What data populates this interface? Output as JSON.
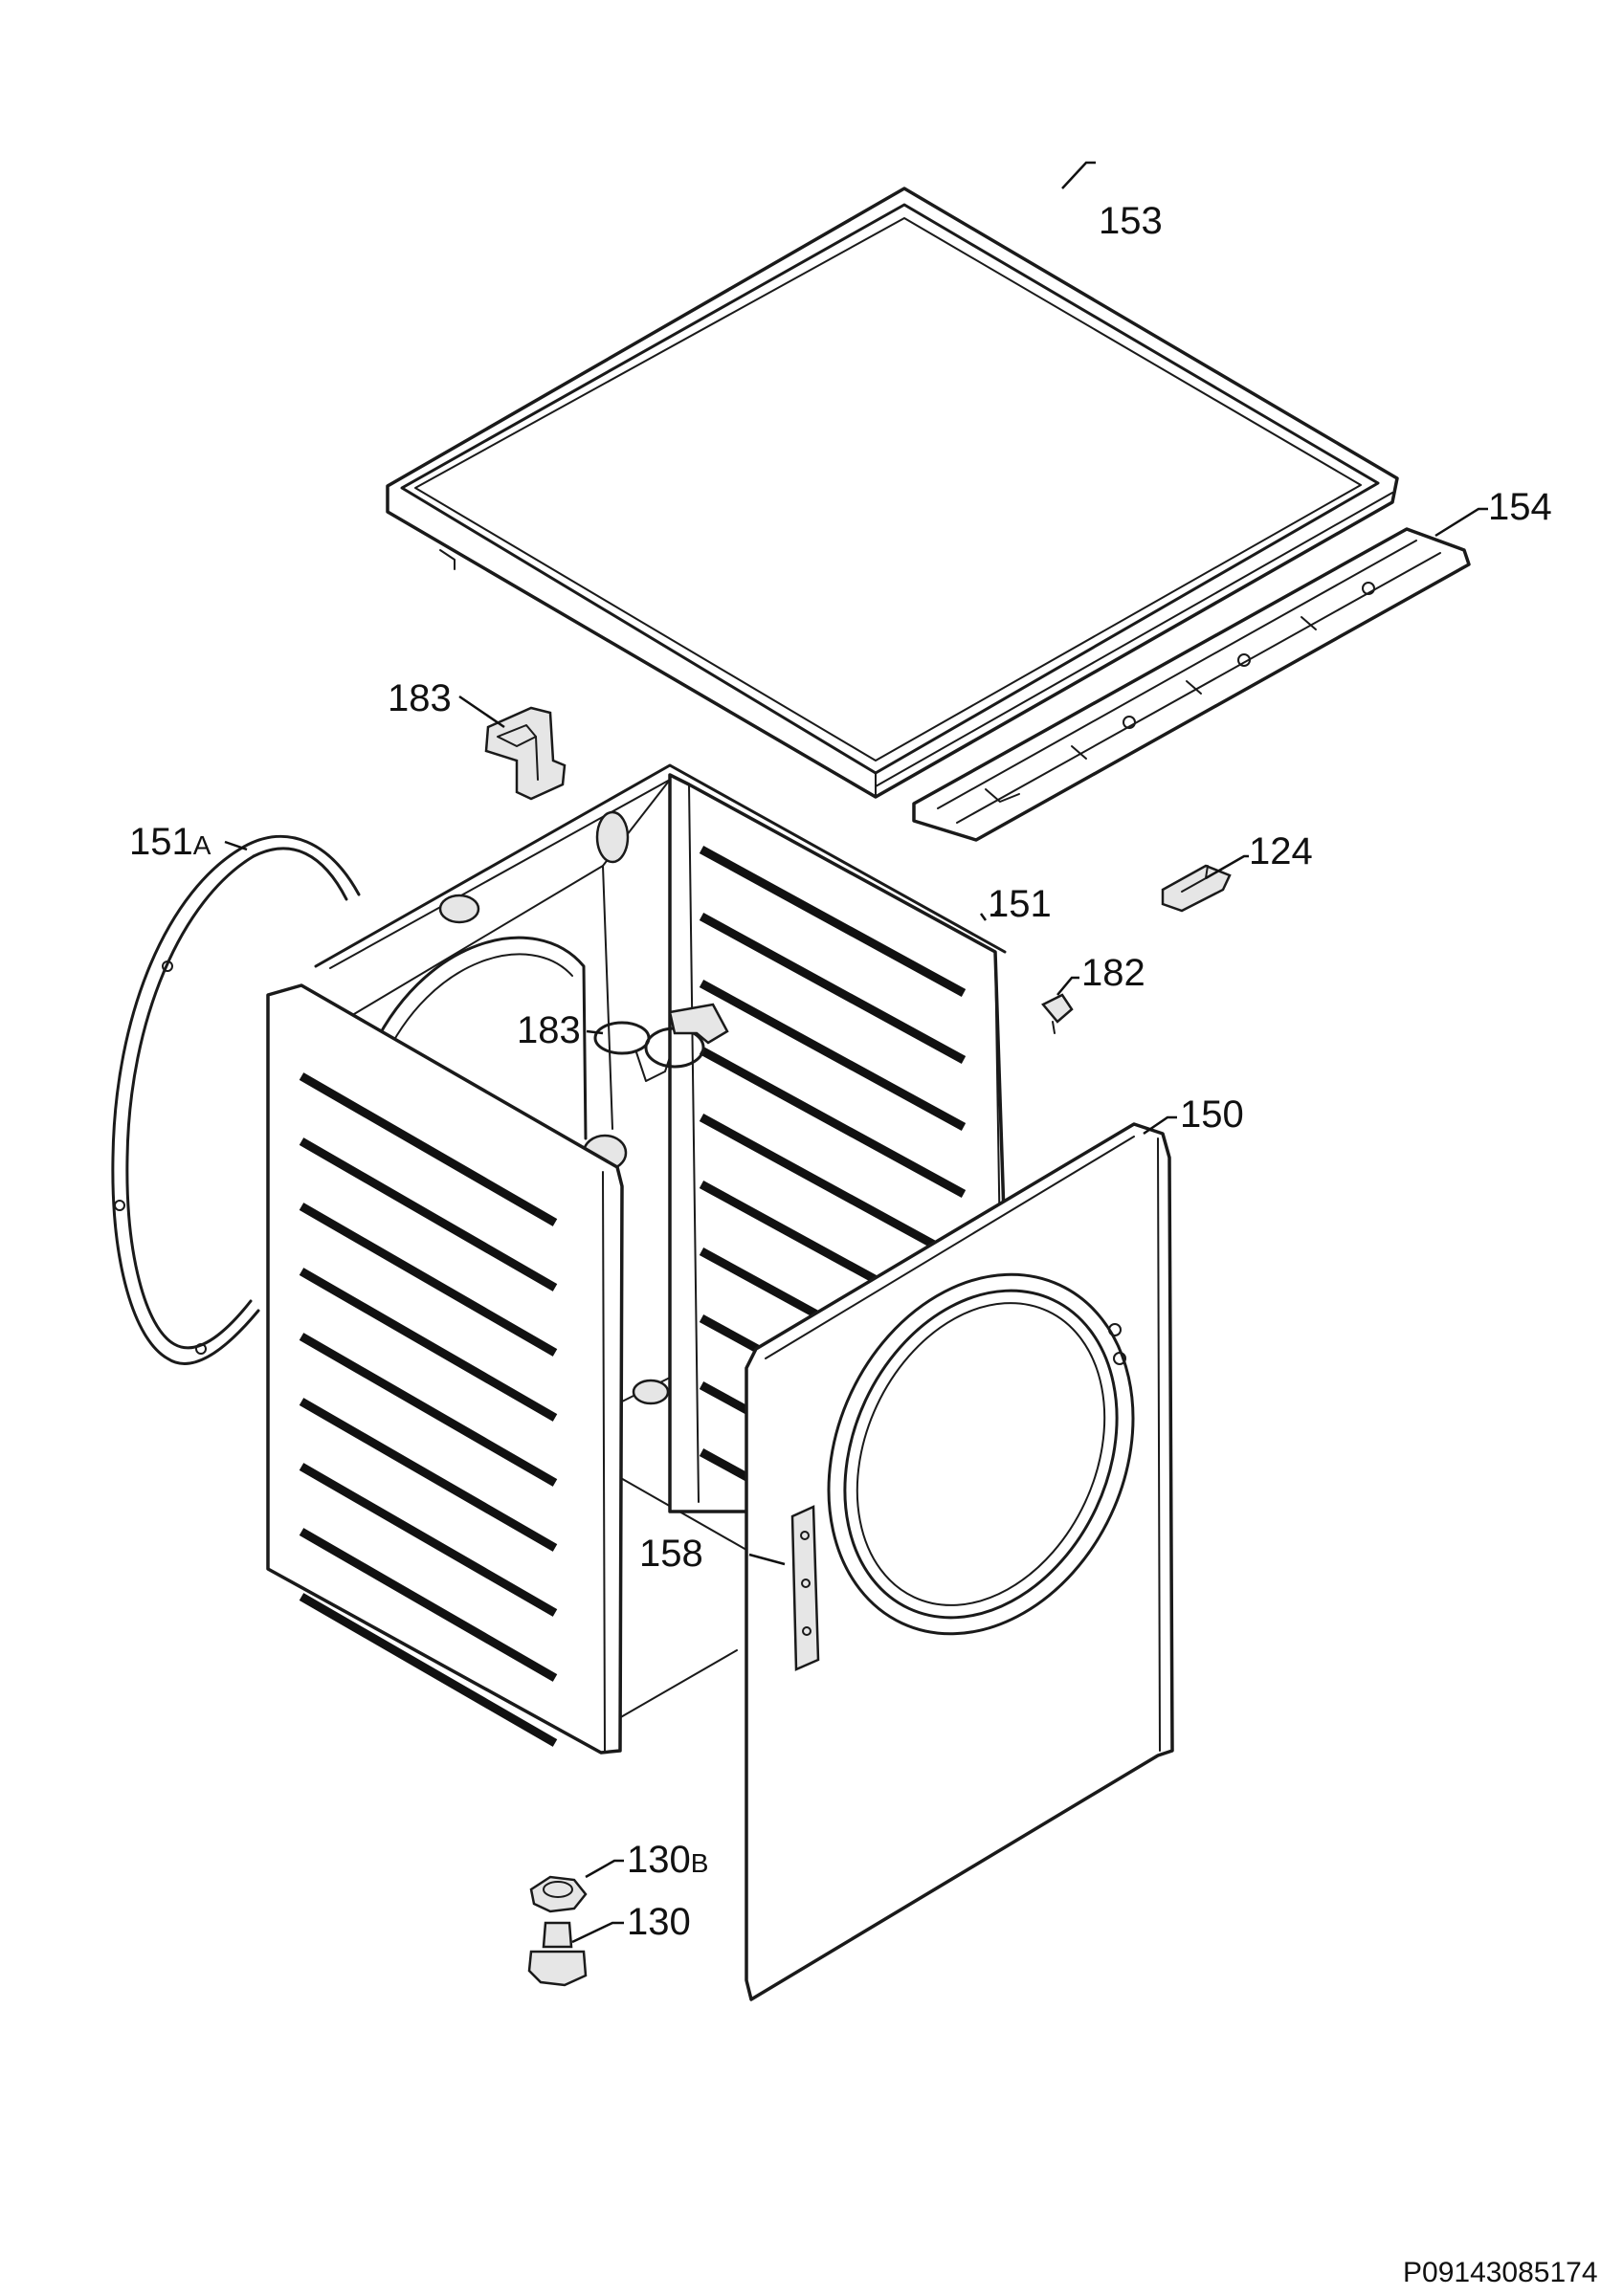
{
  "diagram": {
    "part_labels": {
      "p153": "153",
      "p154": "154",
      "p183_top": "183",
      "p151A": "151",
      "p151A_suffix": "A",
      "p124": "124",
      "p151": "151",
      "p182": "182",
      "p183_mid": "183",
      "p150": "150",
      "p158": "158",
      "p130B": "130",
      "p130B_suffix": "B",
      "p130": "130"
    },
    "drawing_code": "P09143085174",
    "colors": {
      "line": "#1a1a1a",
      "background": "#ffffff",
      "shade": "#e6e6e6"
    }
  }
}
